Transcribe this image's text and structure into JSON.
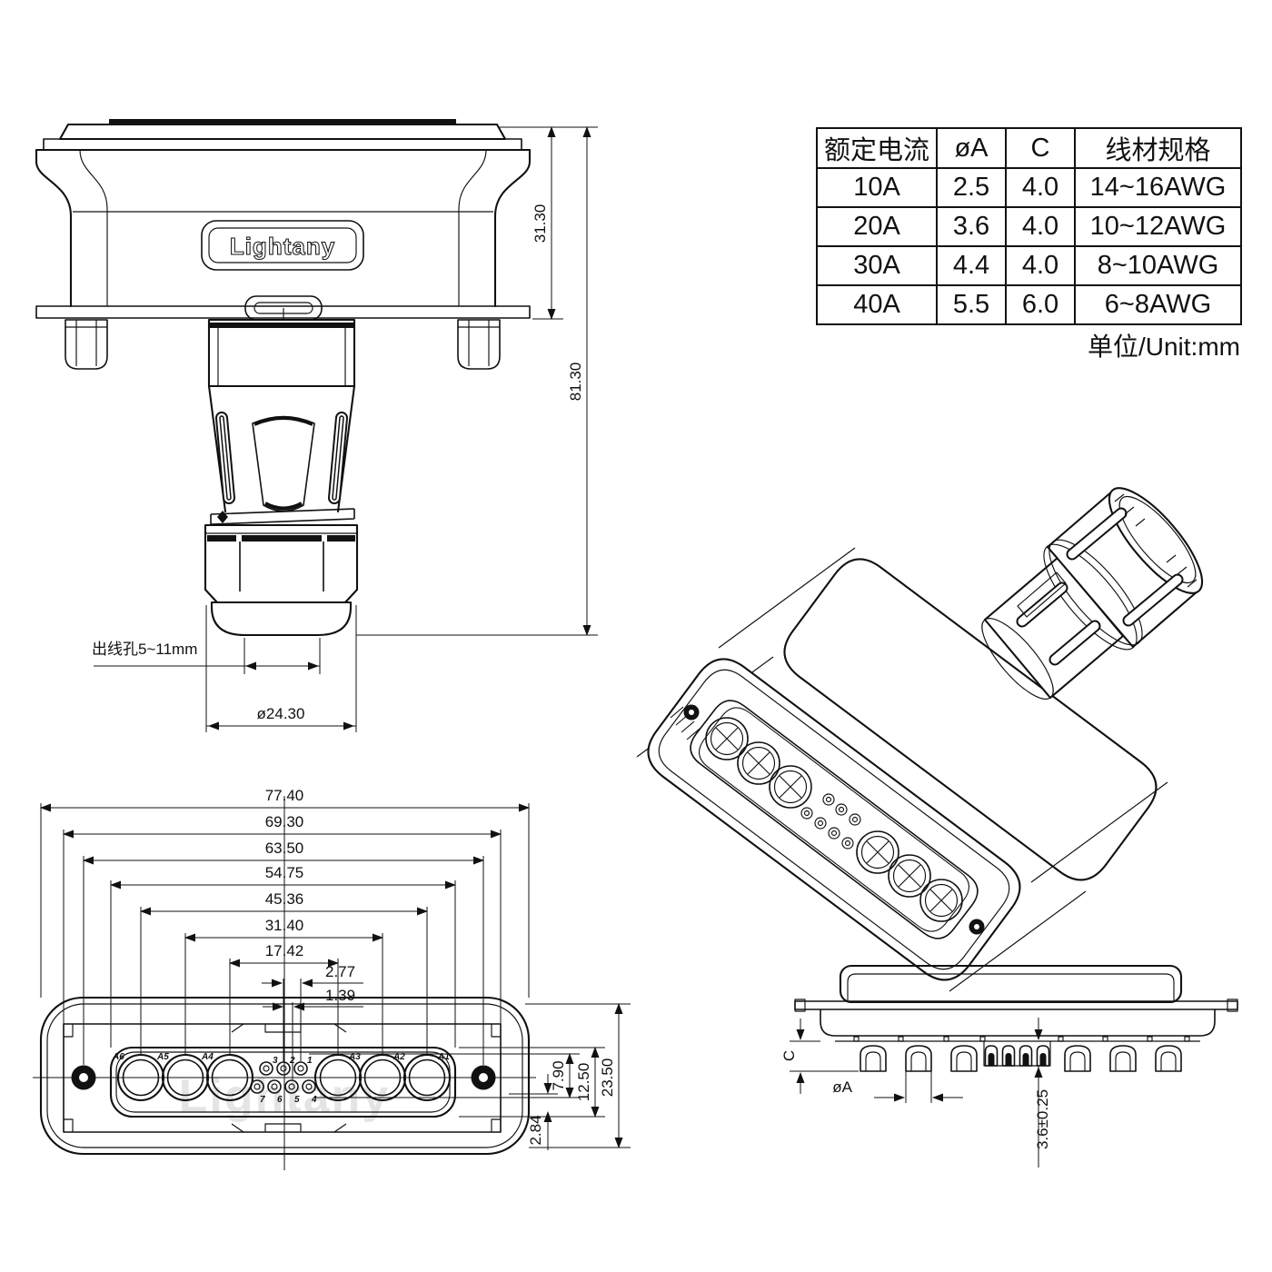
{
  "drawing": {
    "brand_logo": "Lightany",
    "watermark": "Lightany",
    "unit_note": "单位/Unit:mm"
  },
  "spec_table": {
    "headers": [
      "额定电流",
      "øA",
      "C",
      "线材规格"
    ],
    "rows": [
      [
        "10A",
        "2.5",
        "4.0",
        "14~16AWG"
      ],
      [
        "20A",
        "3.6",
        "4.0",
        "10~12AWG"
      ],
      [
        "30A",
        "4.4",
        "4.0",
        "8~10AWG"
      ],
      [
        "40A",
        "5.5",
        "6.0",
        "6~8AWG"
      ]
    ]
  },
  "rear_view": {
    "dim_upper_height": "31.30",
    "dim_total_height": "81.30",
    "cable_hole_note": "出线孔5~11mm",
    "gland_diameter": "ø24.30"
  },
  "face_view": {
    "dim_chain": [
      "77.40",
      "69.30",
      "63.50",
      "54.75",
      "45.36",
      "31.40",
      "17.42",
      "2.77",
      "1.39"
    ],
    "dim_contact_rows": "7.90",
    "dim_cavity_height": "12.50",
    "dim_shell_height": "23.50",
    "dim_row_offset": "2.84",
    "power_contact_labels": [
      "A6",
      "A5",
      "A4",
      "A3",
      "A2",
      "A1"
    ],
    "signal_top_labels": [
      "3",
      "2",
      "1"
    ],
    "signal_bottom_labels": [
      "7",
      "6",
      "5",
      "4"
    ]
  },
  "side_view": {
    "dim_cup_length_label": "C",
    "dim_cup_diameter_label": "øA",
    "dim_tail_length": "3.6±0.25"
  }
}
